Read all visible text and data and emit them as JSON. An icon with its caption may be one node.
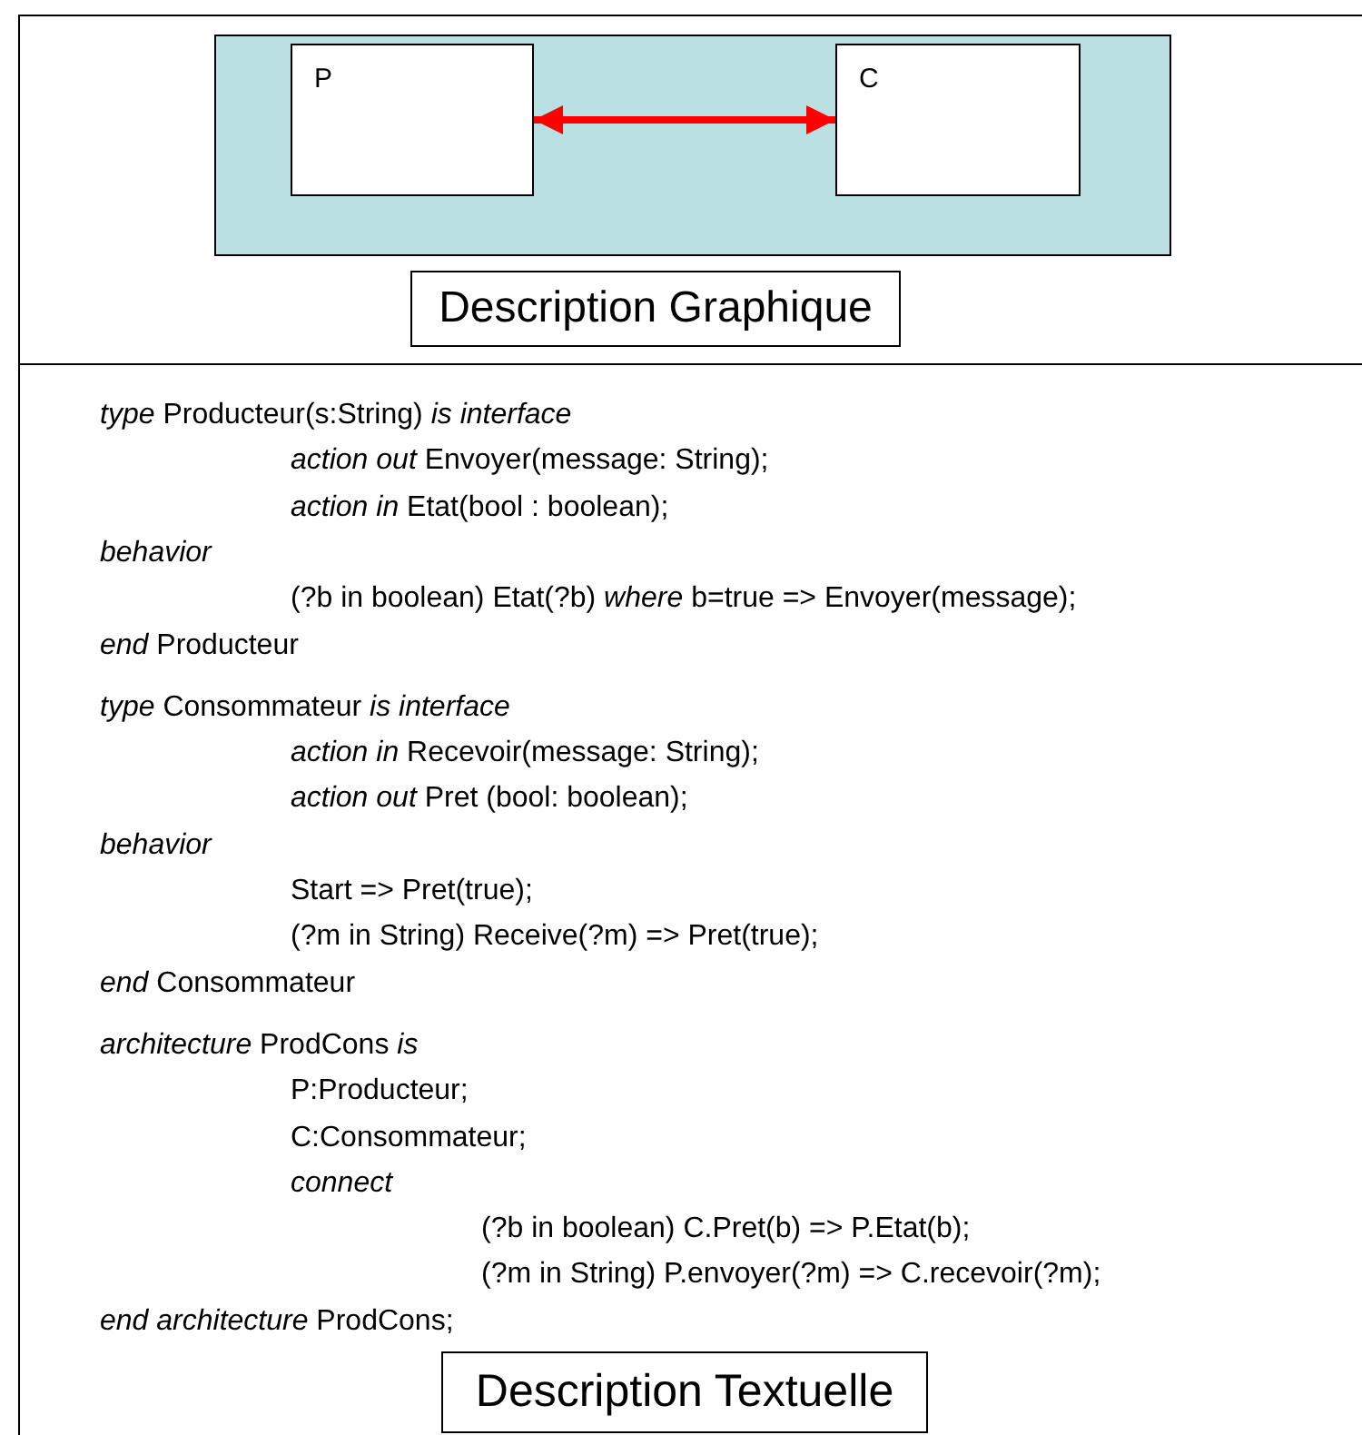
{
  "diagram": {
    "nodes": [
      {
        "text": [],
        "shape": "box"
      },
      {
        "text": [
          "P"
        ],
        "in": 0
      },
      {
        "text": [
          "C"
        ],
        "in": 0
      },
      {
        "text": [
          "Description Graphique"
        ]
      },
      {
        "text": [
          "Description Textuelle"
        ]
      }
    ],
    "edges": [
      {
        "from": 1,
        "to": 2,
        "arrow": "both",
        "color": "#ff0000"
      }
    ],
    "labels": [
      "*type* Producteur(s:String) *is interface*",
      "*action out* Envoyer(message: String);",
      "*action in* Etat(bool : boolean);",
      "*behavior*",
      "(?b in boolean) Etat(?b) *where* b=true => Envoyer(message);",
      "*end* Producteur",
      "*type* Consommateur *is interface*",
      "*action in* Recevoir(message: String);",
      "*action out* Pret (bool: boolean);",
      "*behavior*",
      "Start => Pret(true);",
      "(?m in String) Receive(?m) => Pret(true);",
      "*end* Consommateur",
      "*architecture* ProdCons *is*",
      "P:Producteur;",
      "C:Consommateur;",
      "*connect*",
      "(?b in boolean) C.Pret(b) => P.Etat(b);",
      "(?m in String) P.envoyer(?m) => C.recevoir(?m);",
      "*end architecture* ProdCons;"
    ]
  }
}
